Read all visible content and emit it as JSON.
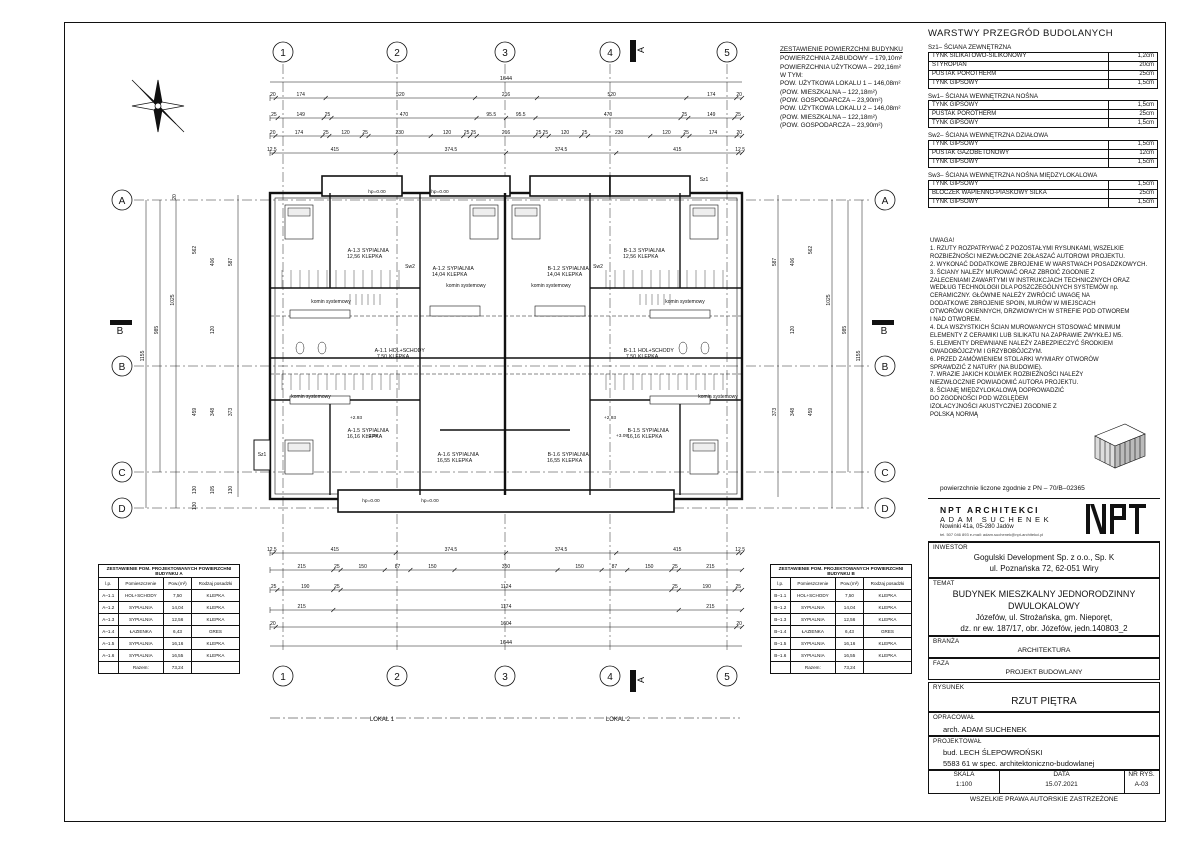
{
  "grid": {
    "columns": [
      "1",
      "2",
      "3",
      "4",
      "5"
    ],
    "rows": [
      "A",
      "B",
      "C",
      "D"
    ],
    "section_marks": [
      "A",
      "B"
    ]
  },
  "dimensions": {
    "top_total": "1644",
    "top_row2": [
      "20",
      "174",
      "520",
      "216",
      "520",
      "174",
      "20"
    ],
    "top_row3": [
      "25",
      "149",
      "25",
      "470",
      "95.5",
      "95.5",
      "470",
      "25",
      "149",
      "25"
    ],
    "top_row4": [
      "20",
      "174",
      "25",
      "120",
      "25",
      "230",
      "120",
      "25",
      "25",
      "216",
      "25",
      "25",
      "120",
      "25",
      "230",
      "120",
      "25",
      "174",
      "20"
    ],
    "top_row5": [
      "12.5",
      "415",
      "374.5",
      "374.5",
      "415",
      "12.5"
    ],
    "bottom_row1": [
      "12.5",
      "415",
      "374.5",
      "374.5",
      "415",
      "12.5"
    ],
    "bottom_row2": [
      "215",
      "25",
      "150",
      "87",
      "150",
      "350",
      "150",
      "87",
      "150",
      "25",
      "215"
    ],
    "bottom_row3": [
      "25",
      "190",
      "25",
      "1124",
      "25",
      "190",
      "25"
    ],
    "bottom_row4": [
      "215",
      "1174",
      "215"
    ],
    "bottom_row5": [
      "20",
      "1604",
      "20"
    ],
    "bottom_total": "1644",
    "left_side": [
      "1155",
      "985",
      "1025",
      "20",
      "130",
      "105",
      "130",
      "130",
      "562",
      "406",
      "587",
      "120",
      "459",
      "348",
      "373"
    ],
    "lokal_1": "LOKAL 1",
    "lokal_2": "LOKAL 2"
  },
  "rooms": [
    {
      "id": "A-1.3",
      "name": "SYPIALNIA",
      "area": "12,56",
      "floor": "KLEPKA"
    },
    {
      "id": "A-1.2",
      "name": "SYPIALNIA",
      "area": "14,04",
      "floor": "KLEPKA"
    },
    {
      "id": "A-1.1",
      "name": "HOL+SCHODY",
      "area": "7,50",
      "floor": "KLEPKA"
    },
    {
      "id": "A-1.5",
      "name": "SYPIALNIA",
      "area": "16,16",
      "floor": "KLEPKA"
    },
    {
      "id": "A-1.6",
      "name": "SYPIALNIA",
      "area": "16,55",
      "floor": "KLEPKA"
    },
    {
      "id": "B-1.2",
      "name": "SYPIALNIA",
      "area": "14,04",
      "floor": "KLEPKA"
    },
    {
      "id": "B-1.3",
      "name": "SYPIALNIA",
      "area": "12,56",
      "floor": "KLEPKA"
    },
    {
      "id": "B-1.1",
      "name": "HOL+SCHODY",
      "area": "7,50",
      "floor": "KLEPKA"
    },
    {
      "id": "B-1.6",
      "name": "SYPIALNIA",
      "area": "16,55",
      "floor": "KLEPKA"
    },
    {
      "id": "B-1.5",
      "name": "SYPIALNIA",
      "area": "16,16",
      "floor": "KLEPKA"
    }
  ],
  "plan_labels": {
    "kominy": [
      "komin systemowy",
      "komin systemowy",
      "komin systemowy",
      "komin systemowy",
      "komin systemowy",
      "komin systemowy"
    ],
    "walls": [
      "Sz1",
      "Sw2",
      "Sw2",
      "Sz1",
      "Sz1"
    ],
    "heights": [
      "hp=0.00",
      "hp=0.00",
      "hp=0.00",
      "hp=0.00"
    ],
    "levels": [
      "+2.93",
      "+3.09",
      "+2.93",
      "+3.09"
    ]
  },
  "summary": {
    "title": "ZESTAWIENIE POWIERZCHNI BUDYNKU",
    "lines": [
      "POWIERZCHNIA ZABUDOWY – 179,10m²",
      "POWIERZCHNIA UŻYTKOWA – 292,16m²",
      "W TYM:",
      "POW. UŻYTKOWA LOKALU 1 – 146,08m²",
      "(POW. MIESZKALNA – 122,18m²)",
      "(POW. GOSPODARCZA – 23,90m²)",
      "POW. UŻYTKOWA LOKALU 2 – 146,08m²",
      "(POW. MIESZKALNA – 122,18m²)",
      "(POW. GOSPODARCZA – 23,90m²)"
    ]
  },
  "layers": {
    "title": "WARSTWY PRZEGRÓD BUDOLANYCH",
    "groups": [
      {
        "name": "Sz1– ŚCIANA ZEWNĘTRZNA",
        "rows": [
          [
            "TYNK SILIKATOWO-SILIKONOWY",
            "1,2cm"
          ],
          [
            "STYROPIAN",
            "20cm"
          ],
          [
            "PUSTAK POROTHERM",
            "25cm"
          ],
          [
            "TYNK GIPSOWY",
            "1,5cm"
          ]
        ]
      },
      {
        "name": "Sw1– ŚCIANA WEWNĘTRZNA NOŚNA",
        "rows": [
          [
            "TYNK GIPSOWY",
            "1,5cm"
          ],
          [
            "PUSTAK POROTHERM",
            "25cm"
          ],
          [
            "TYNK GIPSOWY",
            "1,5cm"
          ]
        ]
      },
      {
        "name": "Sw2– ŚCIANA WEWNĘTRZNA DZIAŁOWA",
        "rows": [
          [
            "TYNK GIPSOWY",
            "1,5cm"
          ],
          [
            "PUSTAK GAZOBETONOWY",
            "12cm"
          ],
          [
            "TYNK GIPSOWY",
            "1,5cm"
          ]
        ]
      },
      {
        "name": "Sw3– ŚCIANA WEWNĘTRZNA NOŚNA MIĘDZYLOKALOWA",
        "rows": [
          [
            "TYNK GIPSOWY",
            "1,5cm"
          ],
          [
            "BLOCZEK WAPIENNO-PIASKOWY SILKA",
            "25cm"
          ],
          [
            "TYNK GIPSOWY",
            "1,5cm"
          ]
        ]
      }
    ]
  },
  "notes": {
    "title": "UWAGA!",
    "items": [
      "1. RZUTY ROZPATRYWAĆ Z POZOSTAŁYMI RYSUNKAMI, WSZELKIE ROZBIEŻNOŚCI NIEZWŁOCZNIE ZGŁASZAĆ AUTOROWI PROJEKTU.",
      "2. WYKONAĆ DODATKOWE ZBROJENIE W WARSTWACH POSADZKOWYCH.",
      "3. ŚCIANY NALEŻY MUROWAĆ ORAZ ZBROIĆ ZGODNIE Z ZALECENIAMI ZAWARTYMI W INSTRUKCJACH TECHNICZNYCH ORAZ WEDŁUG TECHNOLOGII DLA POSZCZEGÓLNYCH SYSTEMÓW np. CERAMICZNY. GŁÓWNIE NALEŻY ZWRÓCIĆ UWAGĘ NA DODATKOWE ZBROJENIE SPOIN, MURÓW W MIEJSCACH OTWORÓW OKIENNYCH, DRZWIOWYCH W STREFIE POD OTWOREM I NAD OTWOREM.",
      "4. DLA WSZYSTKICH ŚCIAN MUROWANYCH STOSOWAĆ MINIMUM ELEMENTY Z CERAMIKI LUB SILIKATU NA ZAPRAWIE ZWYKŁEJ M5.",
      "5. ELEMENTY DREWNIANE NALEŻY ZABEZPIECZYĆ ŚRODKIEM OWADOBÓJCZYM I GRZYBOBÓJCZYM.",
      "6. PRZED ZAMÓWIENIEM STOLARKI WYMIARY OTWORÓW SPRAWDZIĆ Z NATURY (NA BUDOWIE).",
      "7. WRAZIE JAKICH KOLWIEK ROZBIEŻNOŚCI NALEŻY NIEZWŁOCZNIE POWIADOMIĆ AUTORA PROJEKTU.",
      "8. ŚCIANĘ MIĘDZYLOKALOWĄ DOPROWADZIĆ DO ZGODNOŚCI POD WZGLĘDEM IZOLACYJNOŚCI AKUSTYCZNEJ ZGODNIE Z POLSKĄ NORMĄ"
    ],
    "footer": "powierzchnie liczone zgodnie z PN – 70/B–02365"
  },
  "firm": {
    "name": "NPT ARCHITEKCI",
    "sub": "ADAM SUCHENEK",
    "address": "Nowinki 41a, 05-280 Jadów",
    "contact": "tel. 507 046 893  e-mail: adam.suchenek@npt-architekci.pl"
  },
  "titleblock": {
    "investor_label": "INWESTOR",
    "investor": [
      "Gogulski Development Sp. z o.o., Sp. K",
      "ul. Poznańska 72, 62-051 Wiry"
    ],
    "subject_label": "TEMAT",
    "subject": [
      "BUDYNEK MIESZKALNY JEDNORODZINNY",
      "DWULOKALOWY",
      "Józefów, ul. Strożańska, gm. Nieporęt,",
      "dz. nr ew. 187/17, obr. Józefów, jedn.140803_2"
    ],
    "branch_label": "BRANŻA",
    "branch": "ARCHITEKTURA",
    "phase_label": "FAZA",
    "phase": "PROJEKT BUDOWLANY",
    "drawing_label": "RYSUNEK",
    "drawing": "RZUT PIĘTRA",
    "prepared_label": "OPRACOWAŁ",
    "prepared": "arch. ADAM SUCHENEK",
    "designer_label": "PROJEKTOWAŁ",
    "designer": [
      "bud. LECH ŚLEPOWROŃSKI",
      "5583 61 w spec. architektoniczno-budowlanej"
    ],
    "scale_label": "SKALA",
    "scale": "1:100",
    "date_label": "DATA",
    "date": "15.07.2021",
    "sheet_label": "NR RYS.",
    "sheet": "A-03",
    "rights": "WSZELKIE PRAWA AUTORSKIE ZASTRZEŻONE"
  },
  "room_table_a": {
    "caption": "ZESTAWIENIE POM. PROJEKTOWANYCH POWIERZCHNI BUDYNKU A",
    "headers": [
      "l.p.",
      "Pomieszczenie",
      "Pow.(m²)",
      "Rodzaj posadzki"
    ],
    "rows": [
      [
        "A–1.1",
        "HOL+SCHODY",
        "7,50",
        "KLEPKA"
      ],
      [
        "A–1.2",
        "SYPIALNIA",
        "14,04",
        "KLEPKA"
      ],
      [
        "A–1.3",
        "SYPIALNIA",
        "12,56",
        "KLEPKA"
      ],
      [
        "A–1.4",
        "ŁAZIENKA",
        "6,43",
        "GRES"
      ],
      [
        "A–1.5",
        "SYPIALNIA",
        "16,16",
        "KLEPKA"
      ],
      [
        "A–1.6",
        "SYPIALNIA",
        "16,55",
        "KLEPKA"
      ]
    ],
    "total_label": "Razem:",
    "total": "73,24"
  },
  "room_table_b": {
    "caption": "ZESTAWIENIE POM. PROJEKTOWANYCH POWIERZCHNI BUDYNKU B",
    "headers": [
      "l.p.",
      "Pomieszczenie",
      "Pow.(m²)",
      "Rodzaj posadzki"
    ],
    "rows": [
      [
        "B–1.1",
        "HOL+SCHODY",
        "7,50",
        "KLEPKA"
      ],
      [
        "B–1.2",
        "SYPIALNIA",
        "14,04",
        "KLEPKA"
      ],
      [
        "B–1.3",
        "SYPIALNIA",
        "12,56",
        "KLEPKA"
      ],
      [
        "B–1.4",
        "ŁAZIENKA",
        "6,43",
        "GRES"
      ],
      [
        "B–1.5",
        "SYPIALNIA",
        "16,16",
        "KLEPKA"
      ],
      [
        "B–1.6",
        "SYPIALNIA",
        "16,55",
        "KLEPKA"
      ]
    ],
    "total_label": "Razem:",
    "total": "73,24"
  }
}
